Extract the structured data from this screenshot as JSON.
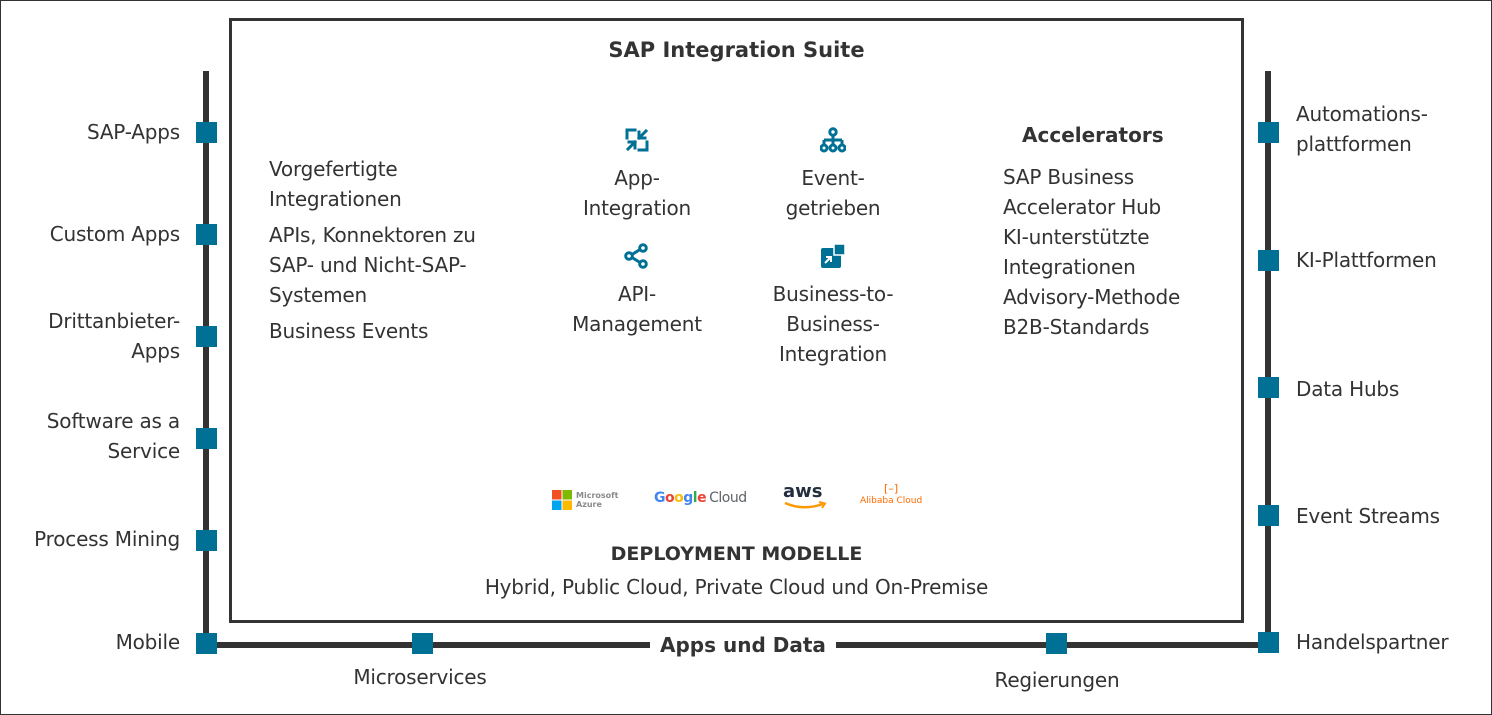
{
  "diagram": {
    "title": "SAP Integration Suite",
    "colors": {
      "accent": "#007194",
      "line": "#333333",
      "text": "#333333"
    },
    "left_nodes": [
      {
        "label": "SAP-Apps"
      },
      {
        "label": "Custom Apps"
      },
      {
        "label": "Drittanbieter-",
        "label2": "Apps"
      },
      {
        "label": "Software as a",
        "label2": "Service"
      },
      {
        "label": "Process Mining"
      },
      {
        "label": "Mobile"
      }
    ],
    "right_nodes": [
      {
        "label": "Automations-",
        "label2": "plattformen"
      },
      {
        "label": "KI-Plattformen"
      },
      {
        "label": "Data Hubs"
      },
      {
        "label": "Event Streams"
      },
      {
        "label": "Handelspartner"
      }
    ],
    "bottom": {
      "center_label": "Apps und Data",
      "nodes": [
        {
          "label": "Microservices"
        },
        {
          "label": "Regierungen"
        }
      ]
    },
    "left_column": [
      {
        "line1": "Vorgefertigte",
        "line2": "Integrationen"
      },
      {
        "line1": "APIs, Konnektoren zu",
        "line2": "SAP- und Nicht-SAP-",
        "line3": "Systemen"
      },
      {
        "line1": "Business Events"
      }
    ],
    "capabilities": [
      {
        "icon": "app-integration-icon",
        "line1": "App-",
        "line2": "Integration"
      },
      {
        "icon": "event-hierarchy-icon",
        "line1": "Event-",
        "line2": "getrieben"
      },
      {
        "icon": "api-share-icon",
        "line1": "API-",
        "line2": "Management"
      },
      {
        "icon": "b2b-puzzle-icon",
        "line1": "Business-to-",
        "line2": "Business-",
        "line3": "Integration"
      }
    ],
    "accelerators": {
      "heading": "Accelerators",
      "lines": [
        "SAP Business",
        "Accelerator Hub",
        "KI-unterstützte",
        "Integrationen",
        "Advisory-Methode",
        "B2B-Standards"
      ]
    },
    "cloud_logos": [
      {
        "name": "Microsoft Azure",
        "line1": "Microsoft",
        "line2": "Azure"
      },
      {
        "name": "Google Cloud",
        "google": [
          "G",
          "o",
          "o",
          "g",
          "l",
          "e"
        ],
        "cloud": "Cloud"
      },
      {
        "name": "aws",
        "text": "aws"
      },
      {
        "name": "Alibaba Cloud",
        "symbol": "[–]",
        "text": "Alibaba Cloud"
      }
    ],
    "deployment": {
      "heading": "DEPLOYMENT MODELLE",
      "text": "Hybrid, Public Cloud, Private Cloud und On-Premise"
    }
  }
}
